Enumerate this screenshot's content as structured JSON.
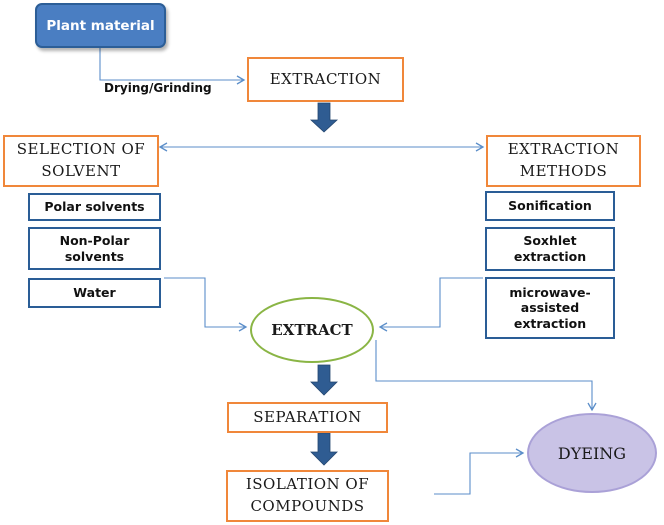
{
  "start": {
    "label": "Plant material"
  },
  "preparation_step": {
    "label": "Drying/Grinding"
  },
  "extraction": {
    "label": "EXTRACTION"
  },
  "solvent_branch": {
    "title": "SELECTION OF SOLVENT",
    "items": [
      "Polar solvents",
      "Non-Polar solvents",
      "Water"
    ]
  },
  "method_branch": {
    "title": "EXTRACTION METHODS",
    "items": [
      "Sonification",
      "Soxhlet extraction",
      "microwave-assisted extraction"
    ]
  },
  "extract": {
    "label": "EXTRACT"
  },
  "separation": {
    "label": "SEPARATION"
  },
  "isolation": {
    "label": "ISOLATION OF COMPOUNDS"
  },
  "dyeing": {
    "label": "DYEING"
  },
  "colors": {
    "orange_border": "#f0873a",
    "blue_border": "#2a5d96",
    "start_fill": "#4a7ec2",
    "extract_border": "#8ab545",
    "dyeing_fill": "#c9c3e6",
    "connector": "#5b8ec9",
    "block_arrow": "#2f5c92"
  }
}
